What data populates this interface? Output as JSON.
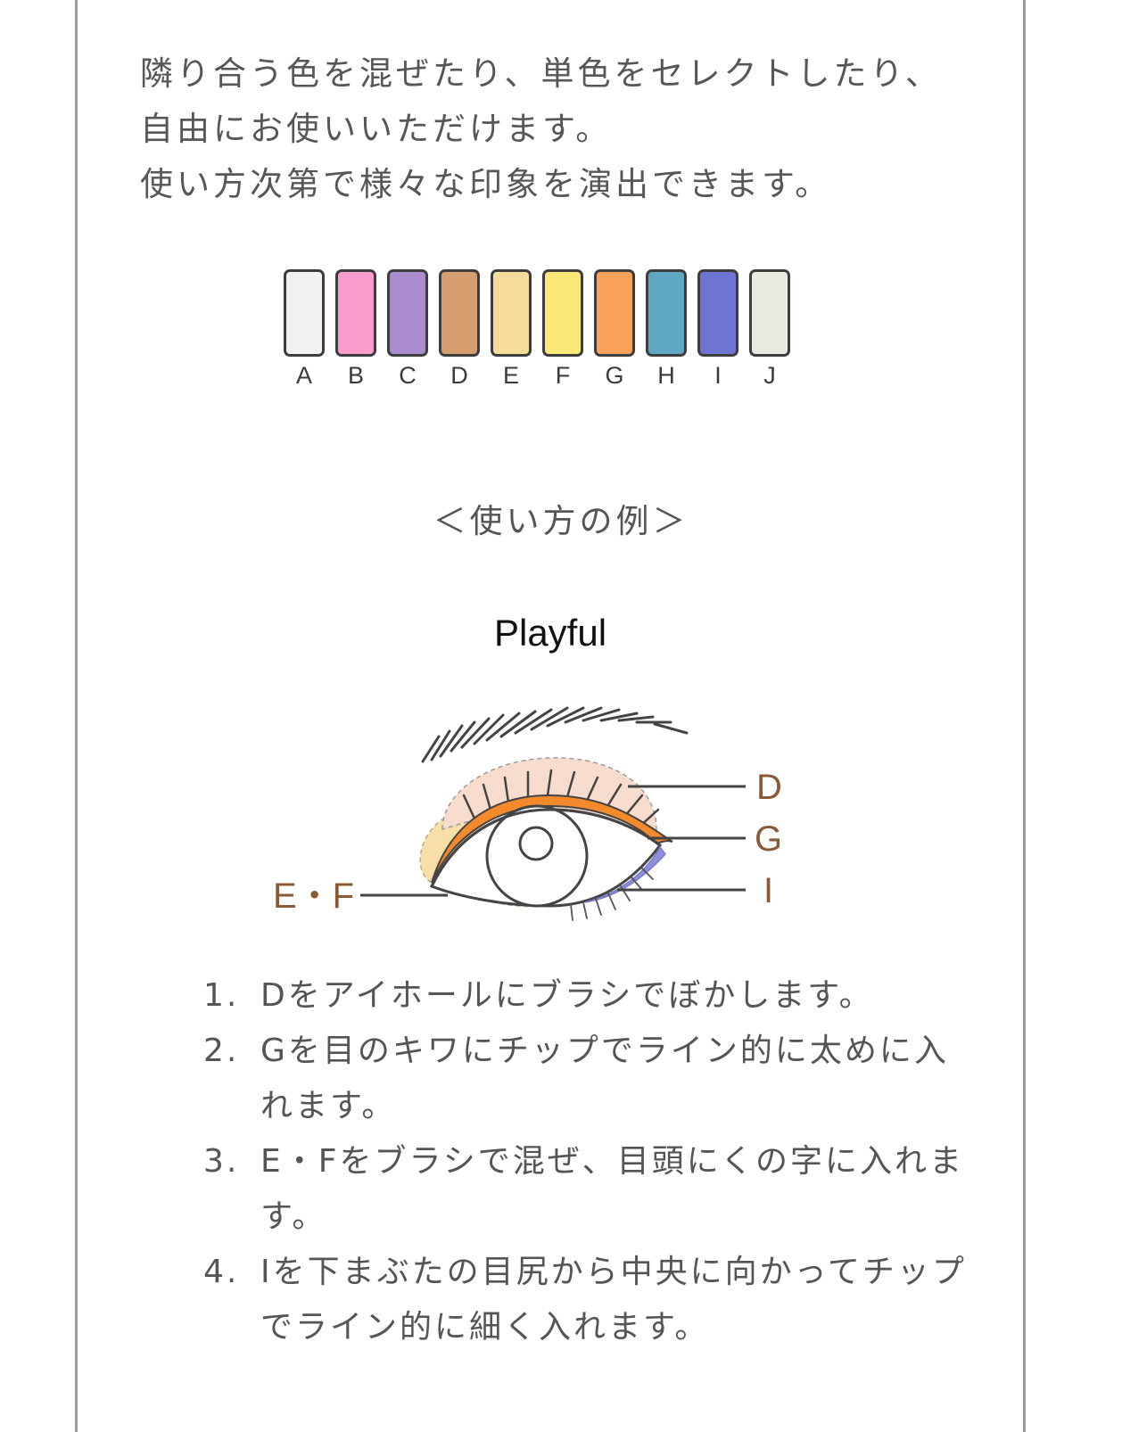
{
  "intro": {
    "line1": "隣り合う色を混ぜたり、単色をセレクトしたり、自由にお使いいただけます。",
    "line2": "使い方次第で様々な印象を演出できます。"
  },
  "palette": [
    {
      "letter": "A",
      "color": "#f4f2f0"
    },
    {
      "letter": "B",
      "color": "#f99bcc"
    },
    {
      "letter": "C",
      "color": "#a98bce"
    },
    {
      "letter": "D",
      "color": "#d69d6f"
    },
    {
      "letter": "E",
      "color": "#f6dc9b"
    },
    {
      "letter": "F",
      "color": "#fbe878"
    },
    {
      "letter": "G",
      "color": "#fba25a"
    },
    {
      "letter": "H",
      "color": "#5fa8c3"
    },
    {
      "letter": "I",
      "color": "#6e74d2"
    },
    {
      "letter": "J",
      "color": "#e8ece0"
    }
  ],
  "subheading": "＜使い方の例＞",
  "look_title": "Playful",
  "diagram_labels": {
    "d": "D",
    "g": "G",
    "i": "I",
    "ef": "E・F",
    "label_color": "#8a5a36"
  },
  "steps": [
    {
      "num": "1.",
      "text": "Dをアイホールにブラシでぼかします。"
    },
    {
      "num": "2.",
      "text": "Gを目のキワにチップでライン的に太めに入れます。"
    },
    {
      "num": "3.",
      "text": "E・Fをブラシで混ぜ、目頭にくの字に入れます。"
    },
    {
      "num": "4.",
      "text": "Iを下まぶたの目尻から中央に向かってチップでライン的に細く入れます。"
    }
  ]
}
